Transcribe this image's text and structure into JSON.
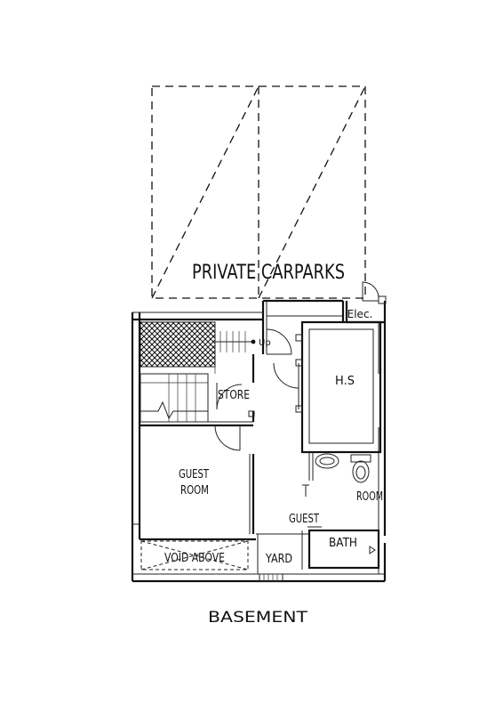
{
  "drawing": {
    "title": "BASEMENT",
    "labels": {
      "carpark": "PRIVATE  CARPARKS",
      "elec": "Elec.",
      "up": "Up",
      "hs": "H.S",
      "store": "STORE",
      "guest_room_1": "GUEST",
      "guest_room_2": "ROOM",
      "room_partial": "ROOM",
      "guest_bath_1": "GUEST",
      "guest_bath_2": "BATH",
      "void": "VOID ABOVE",
      "yard": "YARD"
    }
  }
}
